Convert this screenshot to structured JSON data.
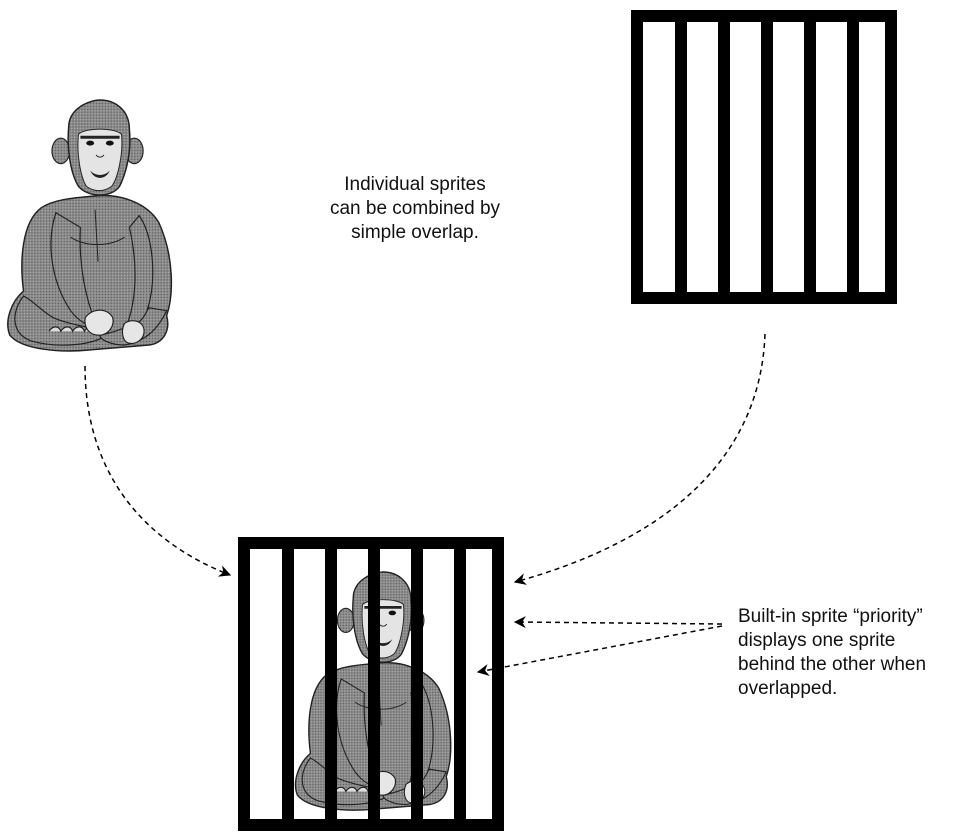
{
  "captions": {
    "combine": {
      "lines": [
        "Individual sprites",
        "can be combined by",
        "simple overlap."
      ]
    },
    "priority": {
      "lines": [
        "Built-in sprite “priority”",
        "displays one sprite",
        "behind the other when",
        "overlapped."
      ]
    }
  },
  "sprites": {
    "monkey": {
      "description_icon": "chimpanzee-sprite",
      "fill": "#7a7a7a"
    },
    "cage": {
      "description_icon": "cage-bars-sprite",
      "bar_color": "#000000",
      "bar_count": 7
    }
  },
  "colors": {
    "ink": "#000000",
    "background": "#ffffff",
    "monkey_gray": "#7d7d7d"
  }
}
